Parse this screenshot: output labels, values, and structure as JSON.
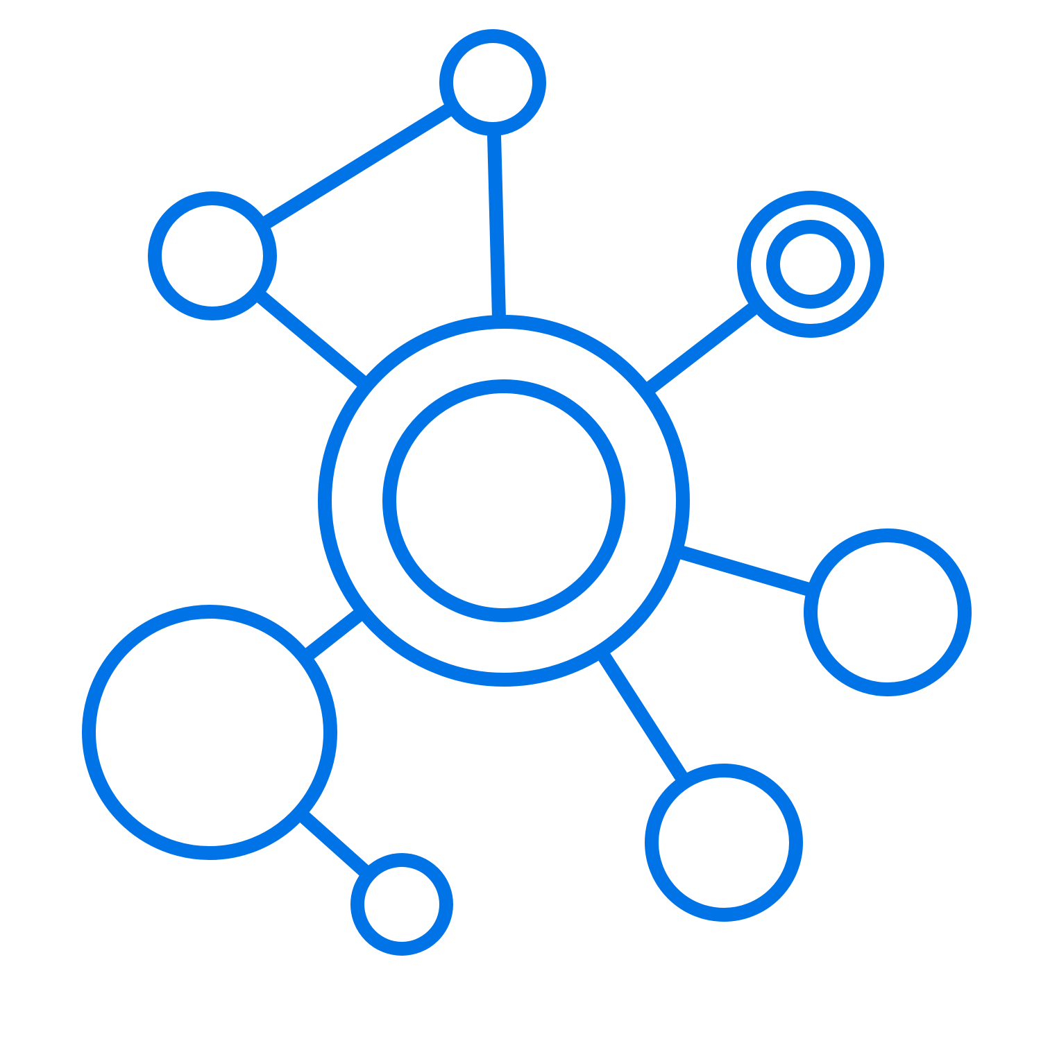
{
  "colors": {
    "stroke": "#0073E6",
    "background": "#FFFFFF"
  },
  "icon": "network-hub-icon",
  "nodes": [
    {
      "id": "hub",
      "kind": "double-ring"
    },
    {
      "id": "top",
      "kind": "single-ring"
    },
    {
      "id": "upper-left",
      "kind": "single-ring"
    },
    {
      "id": "upper-right",
      "kind": "double-ring"
    },
    {
      "id": "right",
      "kind": "single-ring"
    },
    {
      "id": "lower-right",
      "kind": "single-ring"
    },
    {
      "id": "lower-left-large",
      "kind": "single-ring"
    },
    {
      "id": "lower-left-small",
      "kind": "single-ring"
    }
  ],
  "edges": [
    {
      "from": "top",
      "to": "hub"
    },
    {
      "from": "top",
      "to": "upper-left"
    },
    {
      "from": "upper-left",
      "to": "hub"
    },
    {
      "from": "upper-right",
      "to": "hub"
    },
    {
      "from": "right",
      "to": "hub"
    },
    {
      "from": "lower-right",
      "to": "hub"
    },
    {
      "from": "lower-left-large",
      "to": "hub"
    },
    {
      "from": "lower-left-large",
      "to": "lower-left-small"
    }
  ]
}
